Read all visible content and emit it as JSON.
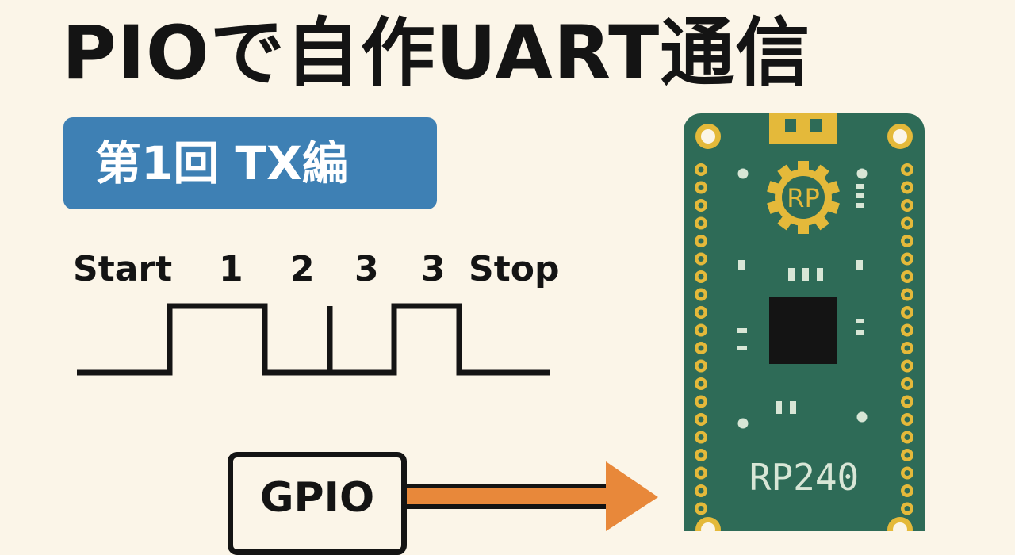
{
  "title": "PIOで自作UART通信",
  "badge": {
    "label": "第1回 TX編",
    "color": "#3e80b4"
  },
  "signal": {
    "labels": [
      "Start",
      "1",
      "2",
      "3",
      "3",
      "Stop"
    ]
  },
  "gpio": {
    "label": "GPIO"
  },
  "arrow": {
    "color": "#e8883a"
  },
  "board": {
    "chip_label": "RP240",
    "logo_text": "RP",
    "board_color": "#2e6b57",
    "pad_color": "#e4b93a",
    "chip_color": "#141414"
  }
}
